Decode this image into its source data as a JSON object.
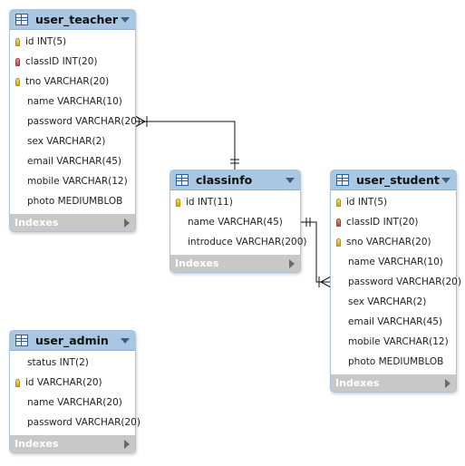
{
  "colors": {
    "header": "#a9c7e3",
    "footer": "#c8c8c8",
    "line": "#111111"
  },
  "icons": {
    "pk": "key-yellow-icon",
    "fk": "key-red-icon",
    "nn": "diamond-filled-icon",
    "nullable": "diamond-empty-icon",
    "table": "table-grid-icon"
  },
  "tables": {
    "user_teacher": {
      "name": "user_teacher",
      "footer": "Indexes",
      "columns": [
        {
          "icon": "pk",
          "text": "id INT(5)"
        },
        {
          "icon": "fk",
          "text": "classID INT(20)"
        },
        {
          "icon": "pk",
          "text": "tno VARCHAR(20)"
        },
        {
          "icon": "nn",
          "text": "name VARCHAR(10)"
        },
        {
          "icon": "nn",
          "text": "password VARCHAR(20)"
        },
        {
          "icon": "nn",
          "text": "sex VARCHAR(2)"
        },
        {
          "icon": "nn",
          "text": "email VARCHAR(45)"
        },
        {
          "icon": "nn",
          "text": "mobile VARCHAR(12)"
        },
        {
          "icon": "nullable",
          "text": "photo MEDIUMBLOB"
        }
      ]
    },
    "classinfo": {
      "name": "classinfo",
      "footer": "Indexes",
      "columns": [
        {
          "icon": "pk",
          "text": "id INT(11)"
        },
        {
          "icon": "nn",
          "text": "name VARCHAR(45)"
        },
        {
          "icon": "nn",
          "text": "introduce VARCHAR(200)"
        }
      ]
    },
    "user_student": {
      "name": "user_student",
      "footer": "Indexes",
      "columns": [
        {
          "icon": "pk",
          "text": "id INT(5)"
        },
        {
          "icon": "fk",
          "text": "classID INT(20)"
        },
        {
          "icon": "pk",
          "text": "sno VARCHAR(20)"
        },
        {
          "icon": "nn",
          "text": "name VARCHAR(10)"
        },
        {
          "icon": "nn",
          "text": "password VARCHAR(20)"
        },
        {
          "icon": "nn",
          "text": "sex VARCHAR(2)"
        },
        {
          "icon": "nn",
          "text": "email VARCHAR(45)"
        },
        {
          "icon": "nn",
          "text": "mobile VARCHAR(12)"
        },
        {
          "icon": "nullable",
          "text": "photo MEDIUMBLOB"
        }
      ]
    },
    "user_admin": {
      "name": "user_admin",
      "footer": "Indexes",
      "columns": [
        {
          "icon": "nullable",
          "text": "status INT(2)"
        },
        {
          "icon": "pk",
          "text": "id VARCHAR(20)"
        },
        {
          "icon": "nn",
          "text": "name VARCHAR(20)"
        },
        {
          "icon": "nn",
          "text": "password VARCHAR(20)"
        }
      ]
    }
  },
  "relationships": [
    {
      "from": "classinfo",
      "to": "user_teacher",
      "from_end": "one-and-only-one",
      "to_end": "one-or-many"
    },
    {
      "from": "classinfo",
      "to": "user_student",
      "from_end": "one-and-only-one",
      "to_end": "one-or-many"
    }
  ]
}
